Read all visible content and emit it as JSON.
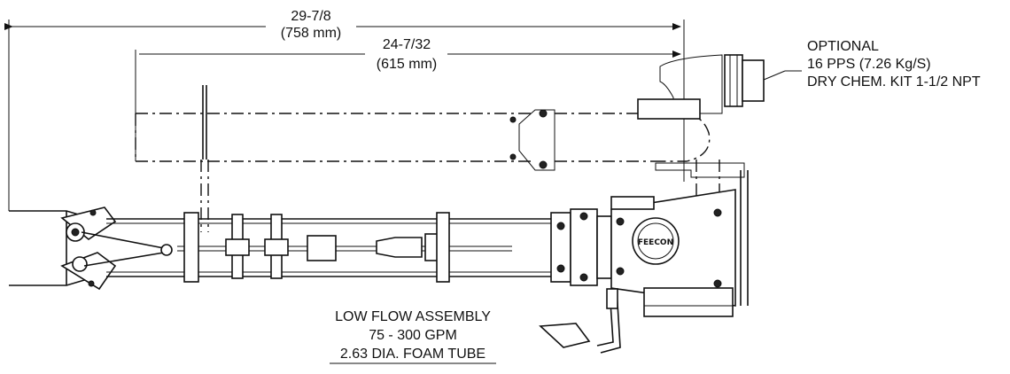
{
  "dimensions": {
    "overall_in": "29-7/8",
    "overall_mm": "(758 mm)",
    "tube_in": "24-7/32",
    "tube_mm": "(615 mm)"
  },
  "optional_note": {
    "line1": "OPTIONAL",
    "line2": "16 PPS (7.26 Kg/S)",
    "line3": "DRY CHEM. KIT 1-1/2 NPT"
  },
  "assembly_note": {
    "line1": "LOW FLOW ASSEMBLY",
    "line2": "75 - 300 GPM",
    "line3": "2.63 DIA. FOAM TUBE"
  },
  "logo_text": "FEECON"
}
